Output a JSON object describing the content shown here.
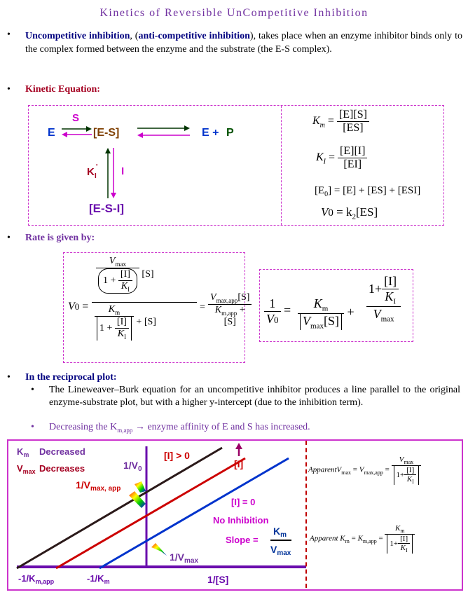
{
  "title": "Kinetics of Reversible UnCompetitive Inhibition",
  "intro": {
    "term1": "Uncompetitive inhibition",
    "sep1": ", (",
    "term2": "anti-competitive inhibition",
    "rest": "), takes place when an enzyme inhibitor binds only to the complex formed between the enzyme and the substrate (the E-S complex)."
  },
  "kinetic_heading": "Kinetic Equation:",
  "scheme": {
    "E": "E",
    "S": "S",
    "ES": "[E-S]",
    "EP": "E +",
    "P": "P",
    "KI": "K",
    "KI_sub": "I",
    "KI_sup": "'",
    "I": "I",
    "ESI": "[E-S-I]"
  },
  "equations": {
    "Km_lhs": "K",
    "Km_sub": "m",
    "Km_num": "[E][S]",
    "Km_den": "[ES]",
    "KI_lhs": "K",
    "KI_sub": "I",
    "KI_num": "[E][I]",
    "KI_den": "[EI]",
    "E0": "[E",
    "E0_sub": "0",
    "E0_rest": "] = [E] + [ES] + [ESI]",
    "V0": "V",
    "V0_sub": "0",
    "V0_rhs": "= k",
    "k_sub": "2",
    "V0_tail": "[ES]"
  },
  "rate_heading": "Rate is given by:",
  "rate": {
    "V0": "V",
    "V0_sub": "0",
    "vmax": "V",
    "vmax_sub": "max",
    "S": "[S]",
    "one": "1",
    "plus": "+",
    "I": "[I]",
    "KI": "K",
    "KI_sub": "I",
    "Km": "K",
    "Km_sub": "m",
    "vmaxapp_sub": "max,app",
    "kmapp_sub": "m,app",
    "eq": "="
  },
  "recip_eq": {
    "one": "1",
    "V0": "V",
    "V0_sub": "0",
    "Km": "K",
    "Km_sub": "m",
    "vmax": "V",
    "vmax_sub": "max",
    "S": "[S]",
    "I": "[I]",
    "KI": "K",
    "KI_sub": "I"
  },
  "reciprocal_heading": "In the reciprocal plot:",
  "sub_bullets": [
    "The Lineweaver–Burk equation for an uncompetitive inhibitor produces a line parallel to the original enzyme-substrate plot, but with a higher y-intercept (due to the inhibition term).",
    "Decreasing the K",
    "m,app",
    "→ enzyme affinity of E and S has increased."
  ],
  "plot": {
    "km_decreased": "Decreased",
    "vmax_decreases": "Decreases",
    "K": "K",
    "m": "m",
    "V": "V",
    "max": "max",
    "inv_v0": "1/V",
    "zero": "0",
    "inv_vmax_app": "1/V",
    "max_app": "max, app",
    "inv_vmax": "1/V",
    "I_gt0": "[I] > 0",
    "I": "[I]",
    "I_eq0": "[I] = 0",
    "no_inhibition": "No Inhibition",
    "slope": "Slope =",
    "neg_km_app": "-1/K",
    "m_app": "m,app",
    "neg_km": "-1/K",
    "inv_s": "1/[S]"
  },
  "apparent": {
    "vmax_label": "Apparent",
    "V": "V",
    "max": "max",
    "max_app": "max,app",
    "km_label": "Apparent",
    "K": "K",
    "m": "m",
    "m_app": "m,app",
    "one": "1",
    "I": "[I]",
    "KI": "K",
    "I_sub": "I"
  },
  "colors": {
    "purple": "#7030a0",
    "navy": "#00007f",
    "red_line": "#cc0000",
    "blue_line": "#0033cc",
    "axis": "#6a0dad",
    "border": "#cc33cc"
  }
}
